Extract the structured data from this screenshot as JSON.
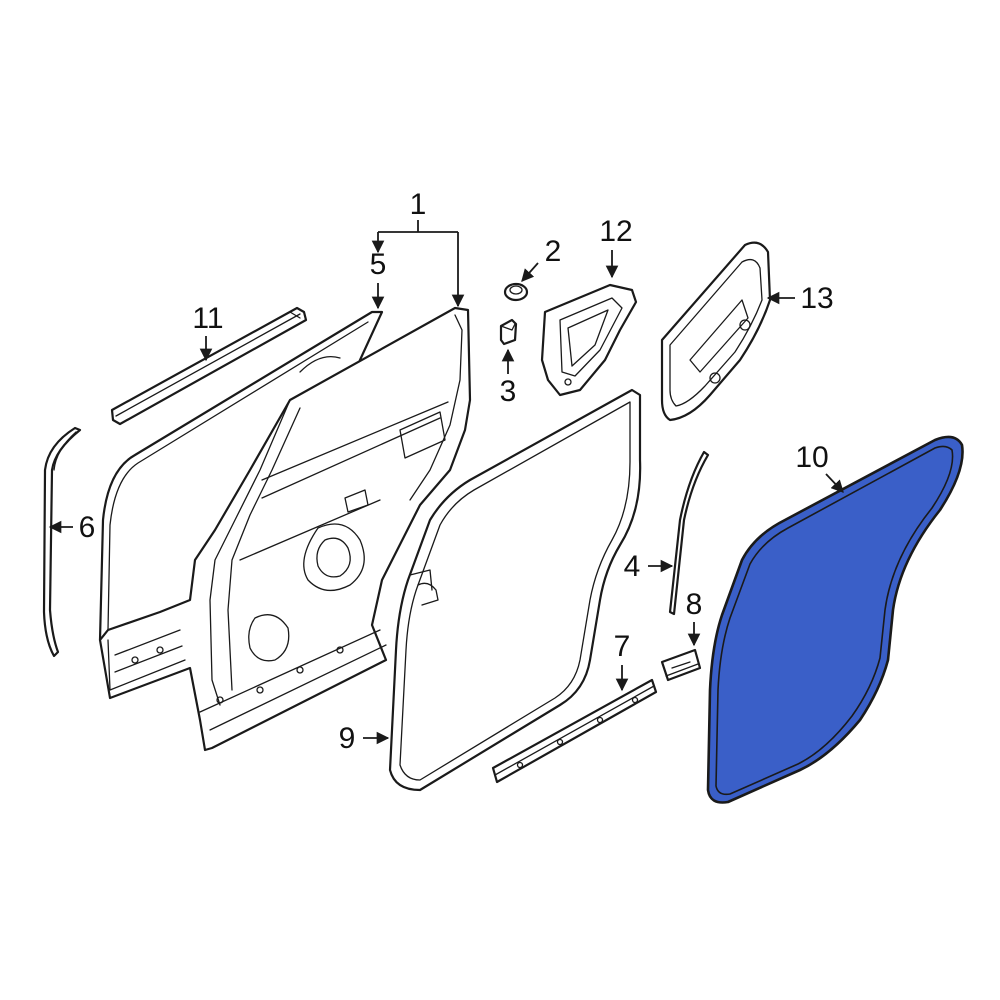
{
  "highlight_color": "#3a5fc8",
  "callouts": {
    "c1": "1",
    "c2": "2",
    "c3": "3",
    "c4": "4",
    "c5": "5",
    "c6": "6",
    "c7": "7",
    "c8": "8",
    "c9": "9",
    "c10": "10",
    "c11": "11",
    "c12": "12",
    "c13": "13"
  },
  "highlighted_part": "10"
}
